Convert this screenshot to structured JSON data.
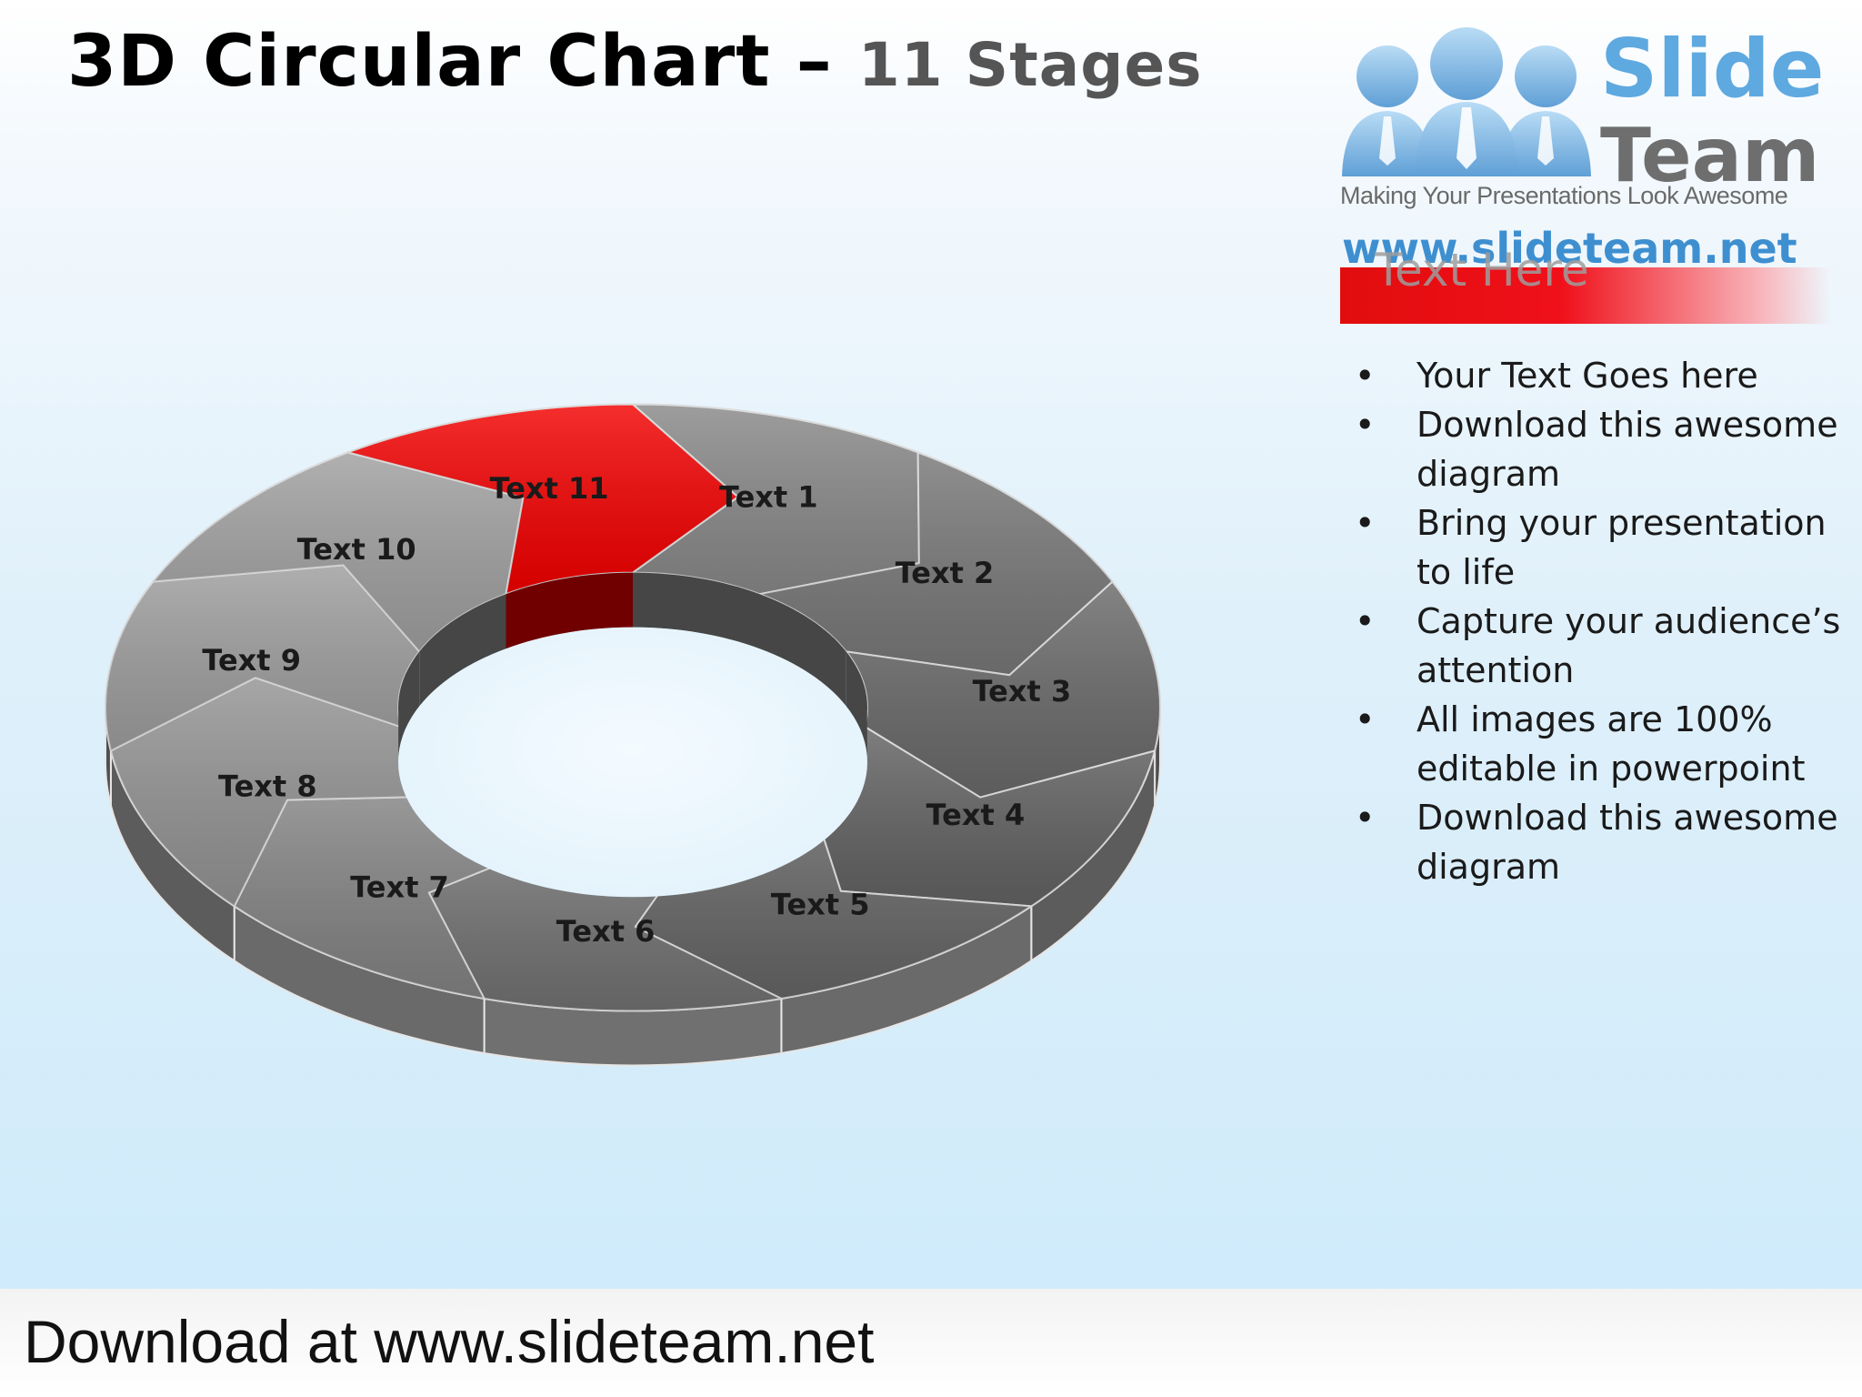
{
  "title": {
    "main": "3D Circular Chart",
    "dash": " – ",
    "sub": "11 Stages"
  },
  "logo": {
    "word1": "Slide",
    "word2": "Team",
    "tagline": "Making Your Presentations Look Awesome",
    "url": "www.slideteam.net"
  },
  "panel": {
    "heading": "Text Here",
    "bullets": [
      "Your Text Goes here",
      "Download this awesome diagram",
      "Bring your presentation to life",
      "Capture your audience’s attention",
      "All images are 100% editable in powerpoint",
      "Download this awesome diagram"
    ]
  },
  "diagram": {
    "highlight_color": "#e00000",
    "segment_color": "#8c8c8c",
    "segments": [
      {
        "label": "Text 1",
        "highlighted": false
      },
      {
        "label": "Text 2",
        "highlighted": false
      },
      {
        "label": "Text 3",
        "highlighted": false
      },
      {
        "label": "Text 4",
        "highlighted": false
      },
      {
        "label": "Text 5",
        "highlighted": false
      },
      {
        "label": "Text 6",
        "highlighted": false
      },
      {
        "label": "Text 7",
        "highlighted": false
      },
      {
        "label": "Text 8",
        "highlighted": false
      },
      {
        "label": "Text 9",
        "highlighted": false
      },
      {
        "label": "Text 10",
        "highlighted": false
      },
      {
        "label": "Text 11",
        "highlighted": true
      }
    ]
  },
  "footer": {
    "text": "Download at www.slideteam.net"
  }
}
